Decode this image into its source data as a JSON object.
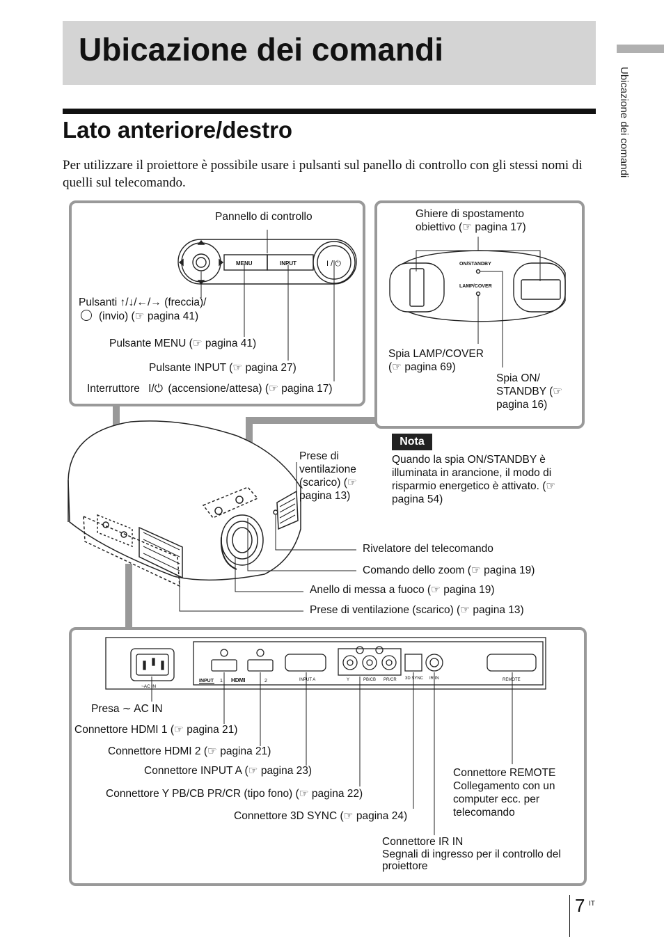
{
  "page": {
    "title": "Ubicazione dei comandi",
    "subtitle": "Lato anteriore/destro",
    "intro": "Per utilizzare il proiettore è possibile usare i pulsanti sul panello di controllo con gli stessi nomi di quelli sul telecomando.",
    "side_label": "Ubicazione dei comandi",
    "page_number": "7",
    "page_suffix": "IT"
  },
  "control_panel": {
    "panel_label": "Pannello di controllo",
    "menu_key": "MENU",
    "input_key": "INPUT",
    "arrows_label": "Pulsanti ↑/↓/←/→ (freccia)/",
    "enter_label": "(invio) (☞ pagina 41)",
    "menu_label": "Pulsante MENU (☞ pagina 41)",
    "input_label": "Pulsante INPUT (☞ pagina 27)",
    "power_label_a": "Interruttore",
    "power_label_b": "(accensione/attesa) (☞ pagina 17)"
  },
  "lens_panel": {
    "ring_label": "Ghiere di spostamento obiettivo (☞ pagina 17)",
    "on_standby_key": "ON/STANDBY",
    "lamp_cover_key": "LAMP/COVER",
    "lamp_label": "Spia LAMP/COVER (☞ pagina 69)",
    "on_label": "Spia ON/ STANDBY (☞ pagina 16)"
  },
  "nota": {
    "badge": "Nota",
    "text": "Quando la spia ON/STANDBY è illuminata in arancione, il modo di risparmio energetico è attivato. (☞ pagina 54)"
  },
  "projector_labels": {
    "vent_top": "Prese di ventilazione (scarico) (☞ pagina 13)",
    "remote_sensor": "Rivelatore del telecomando",
    "zoom": "Comando dello zoom (☞ pagina 19)",
    "focus": "Anello di messa a fuoco (☞ pagina 19)",
    "vent_bottom": "Prese di ventilazione (scarico) (☞ pagina 13)"
  },
  "rear_panel": {
    "ac_in_key": "~AC IN",
    "input_key": "INPUT",
    "hdmi_key": "HDMI",
    "input_a_key": "INPUT A",
    "y_key": "Y",
    "pb_key": "PB/CB",
    "pr_key": "PR/CR",
    "sync_key": "3D SYNC",
    "ir_key": "IR IN",
    "remote_key": "REMOTE",
    "ac_label": "Presa ∼ AC IN",
    "hdmi1_label": "Connettore HDMI 1 (☞ pagina 21)",
    "hdmi2_label": "Connettore HDMI 2 (☞ pagina 21)",
    "inputa_label": "Connettore INPUT A (☞ pagina 23)",
    "ypbpr_label": "Connettore Y PB/CB PR/CR (tipo fono) (☞ pagina 22)",
    "sync_label": "Connettore 3D SYNC (☞ pagina 24)",
    "remote_label": "Connettore REMOTE Collegamento con un computer ecc. per telecomando",
    "ir_label": "Connettore IR IN",
    "ir_desc": "Segnali di ingresso per il controllo del proiettore"
  }
}
